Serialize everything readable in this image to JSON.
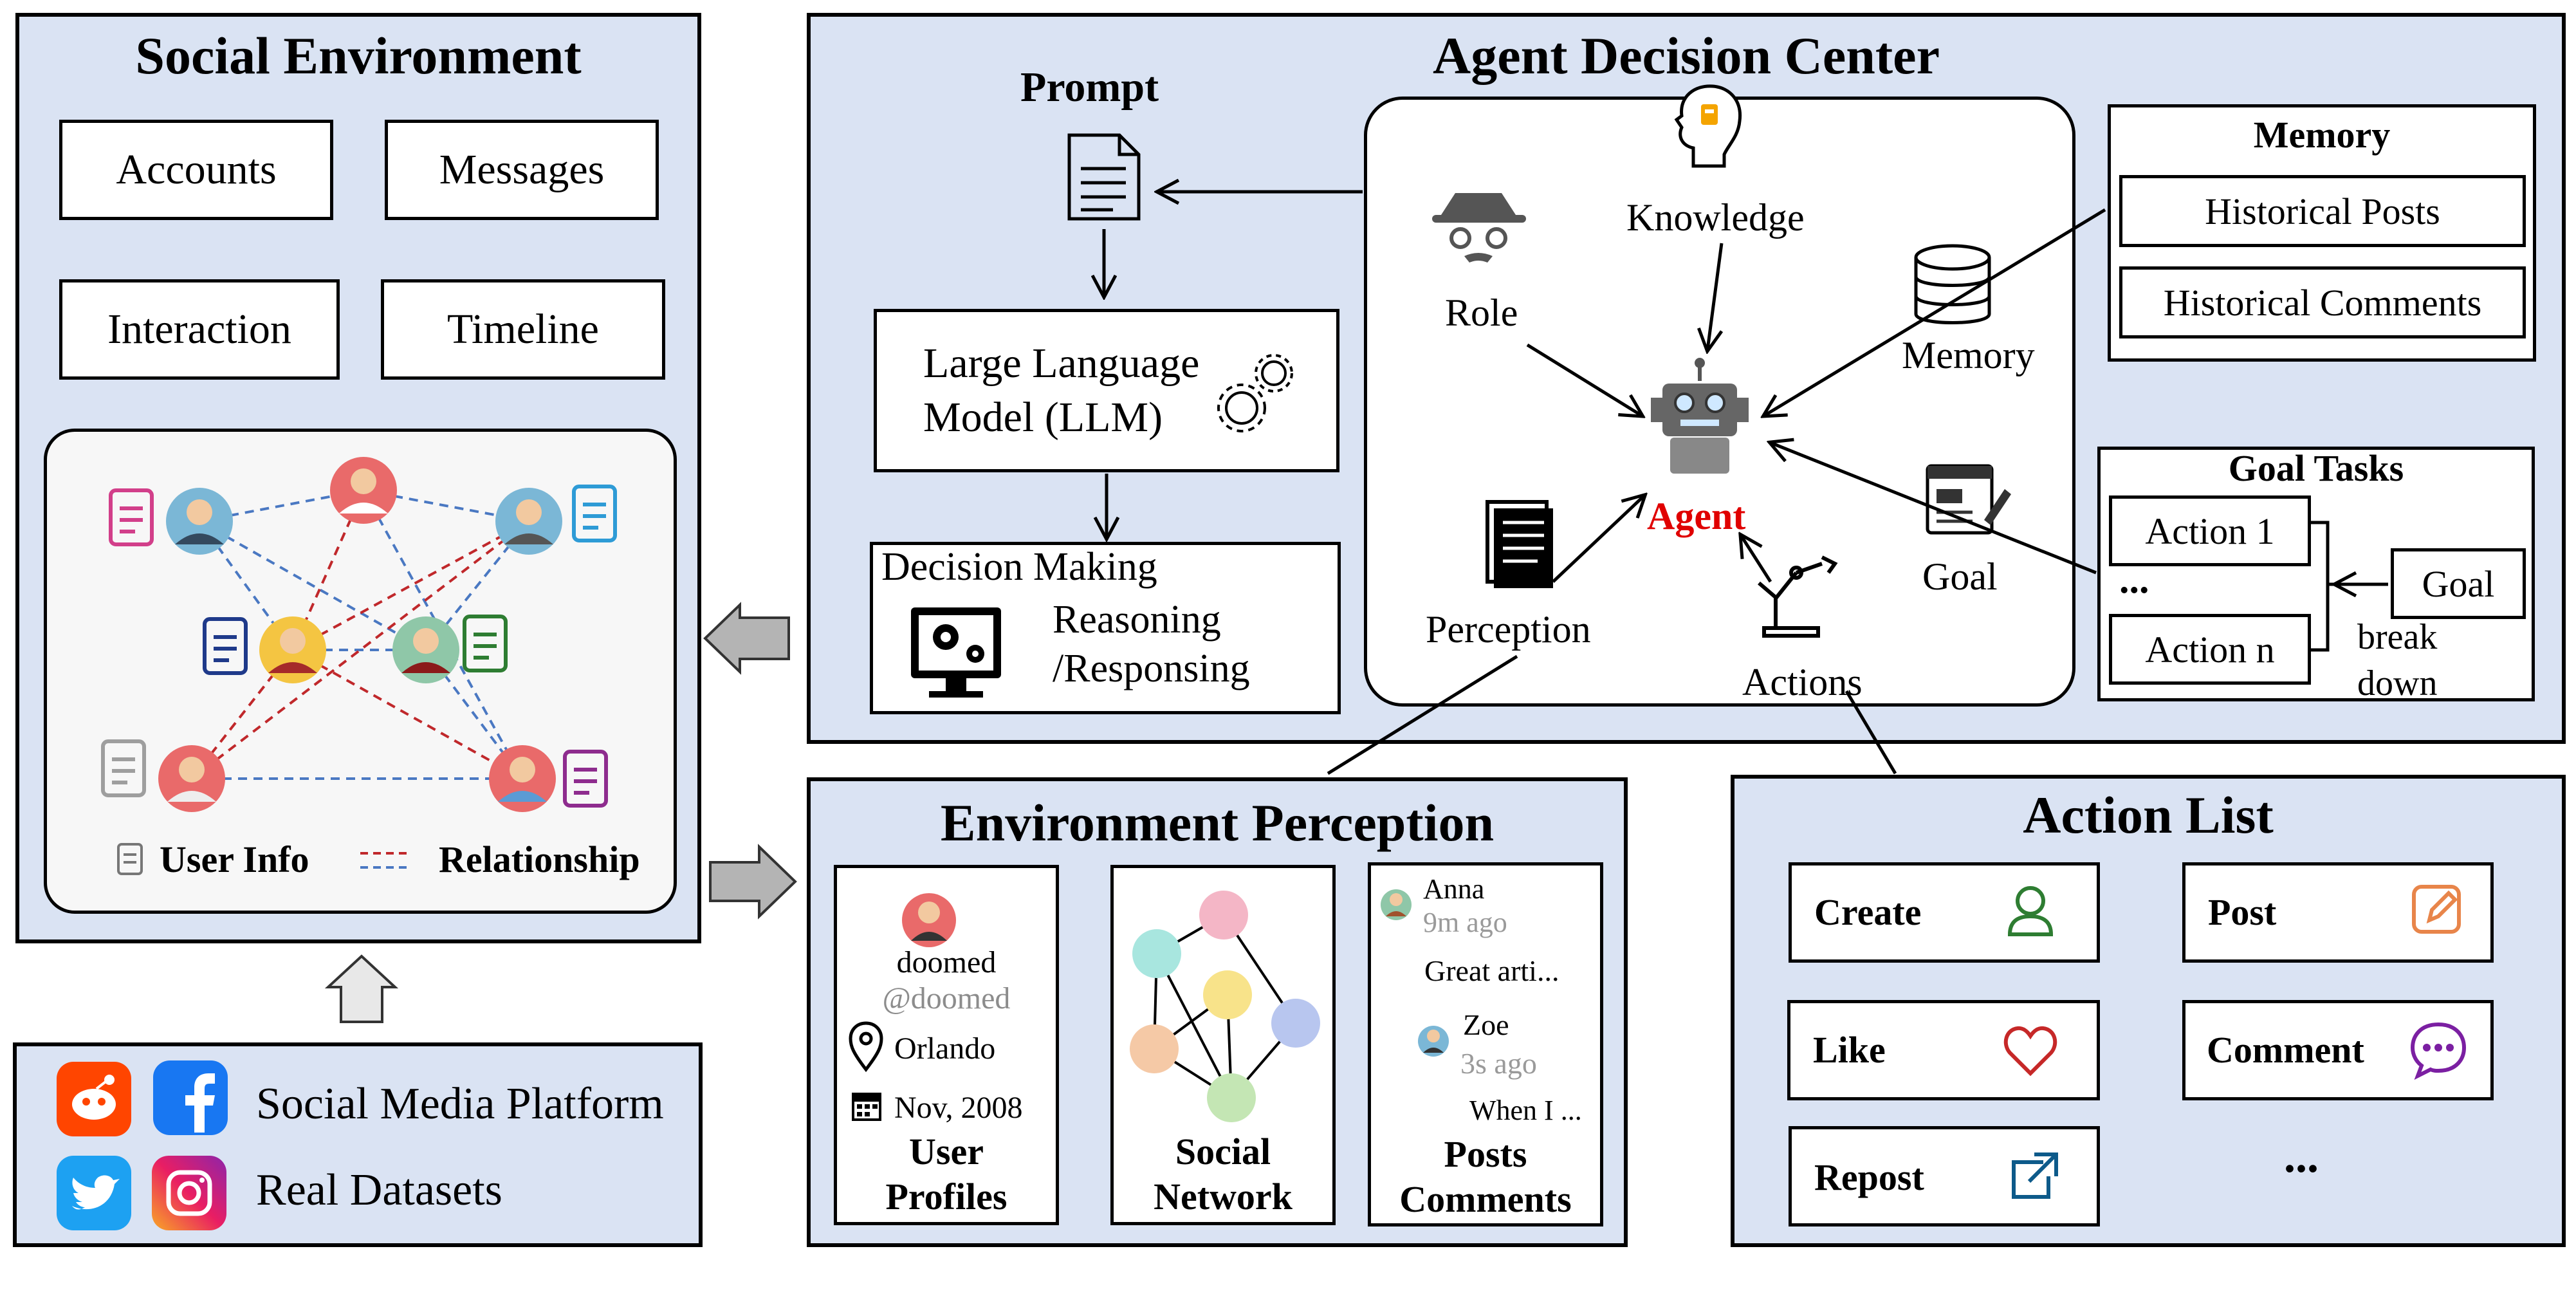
{
  "social_environment": {
    "title": "Social Environment",
    "boxes": [
      "Accounts",
      "Messages",
      "Interaction",
      "Timeline"
    ],
    "legend_user_info": "User Info",
    "legend_relationship": "Relationship"
  },
  "platform": {
    "label_platform": "Social Media Platform",
    "label_datasets": "Real Datasets"
  },
  "decision_center": {
    "title": "Agent Decision Center",
    "prompt": "Prompt",
    "llm_line1": "Large Language",
    "llm_line2": "Model (LLM)",
    "decision_making": "Decision Making",
    "reasoning": "Reasoning",
    "responsing": "/Responsing",
    "role": "Role",
    "knowledge": "Knowledge",
    "memory_node": "Memory",
    "agent": "Agent",
    "perception": "Perception",
    "actions": "Actions",
    "goal_node": "Goal",
    "memory_box_title": "Memory",
    "historical_posts": "Historical Posts",
    "historical_comments": "Historical Comments",
    "goal_tasks_title": "Goal Tasks",
    "action_1": "Action 1",
    "ellipsis": "...",
    "action_n": "Action n",
    "goal_box": "Goal",
    "break": "break",
    "down": "down"
  },
  "perception": {
    "title": "Environment Perception",
    "profile_name": "doomed",
    "profile_handle": "@doomed",
    "profile_location": "Orlando",
    "profile_date": "Nov, 2008",
    "profiles_label1": "User",
    "profiles_label2": "Profiles",
    "network_label1": "Social",
    "network_label2": "Network",
    "c1_name": "Anna",
    "c1_time": "9m ago",
    "c1_text": "Great arti...",
    "c2_name": "Zoe",
    "c2_time": "3s ago",
    "c2_text": "When I ...",
    "posts_label1": "Posts",
    "posts_label2": "Comments"
  },
  "action_list": {
    "title": "Action List",
    "items": [
      "Create",
      "Post",
      "Like",
      "Comment",
      "Repost"
    ],
    "more": "..."
  },
  "colors": {
    "panel_bg": "#dae3f3",
    "agent_red": "#e00000",
    "relationship_red": "#c0282b",
    "relationship_blue": "#4a78c2"
  }
}
